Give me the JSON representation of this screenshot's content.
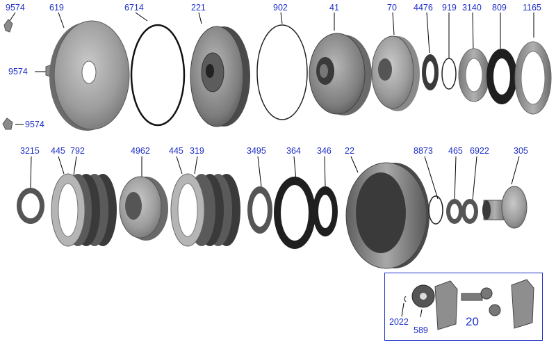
{
  "diagram": {
    "labels": {
      "p9574_a": "9574",
      "p9574_b": "9574",
      "p9574_c": "9574",
      "p619": "619",
      "p6714": "6714",
      "p221": "221",
      "p902": "902",
      "p41": "41",
      "p70": "70",
      "p4476": "4476",
      "p919": "919",
      "p3140": "3140",
      "p809": "809",
      "p1165": "1165",
      "p3215": "3215",
      "p445_a": "445",
      "p792": "792",
      "p4962": "4962",
      "p445_b": "445",
      "p319": "319",
      "p3495": "3495",
      "p364": "364",
      "p346": "346",
      "p22": "22",
      "p8873": "8873",
      "p465": "465",
      "p6922": "6922",
      "p305": "305",
      "p2022": "2022",
      "p589": "589",
      "p20": "20"
    },
    "colors": {
      "label": "#1e2fc8",
      "leader": "#000000",
      "metal": "#9a9a9a",
      "dark_metal": "#3a3a3a"
    }
  }
}
